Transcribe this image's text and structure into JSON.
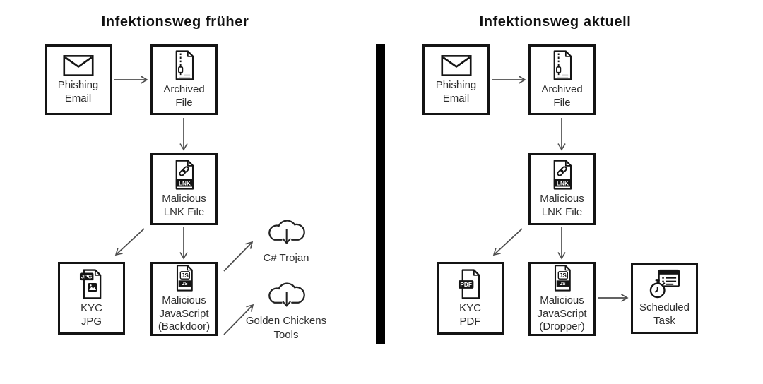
{
  "left": {
    "title": "Infektionsweg früher",
    "phishing": "Phishing\nEmail",
    "archived": "Archived\nFile",
    "lnk": "Malicious\nLNK File",
    "kyc": "KYC\nJPG",
    "js": "Malicious\nJavaScript\n(Backdoor)",
    "cloud1": "C# Trojan",
    "cloud2": "Golden Chickens\nTools"
  },
  "right": {
    "title": "Infektionsweg aktuell",
    "phishing": "Phishing\nEmail",
    "archived": "Archived\nFile",
    "lnk": "Malicious\nLNK File",
    "kyc": "KYC\nPDF",
    "js": "Malicious\nJavaScript\n(Dropper)",
    "task": "Scheduled\nTask"
  },
  "icon_labels": {
    "jpg": "JPG",
    "pdf": "PDF",
    "js": "JS",
    "lnk": "LNK"
  },
  "colors": {
    "background": "#ffffff",
    "box_border": "#141414",
    "text": "#2e2e2e",
    "arrow": "#4d4d4d",
    "divider": "#000000"
  }
}
